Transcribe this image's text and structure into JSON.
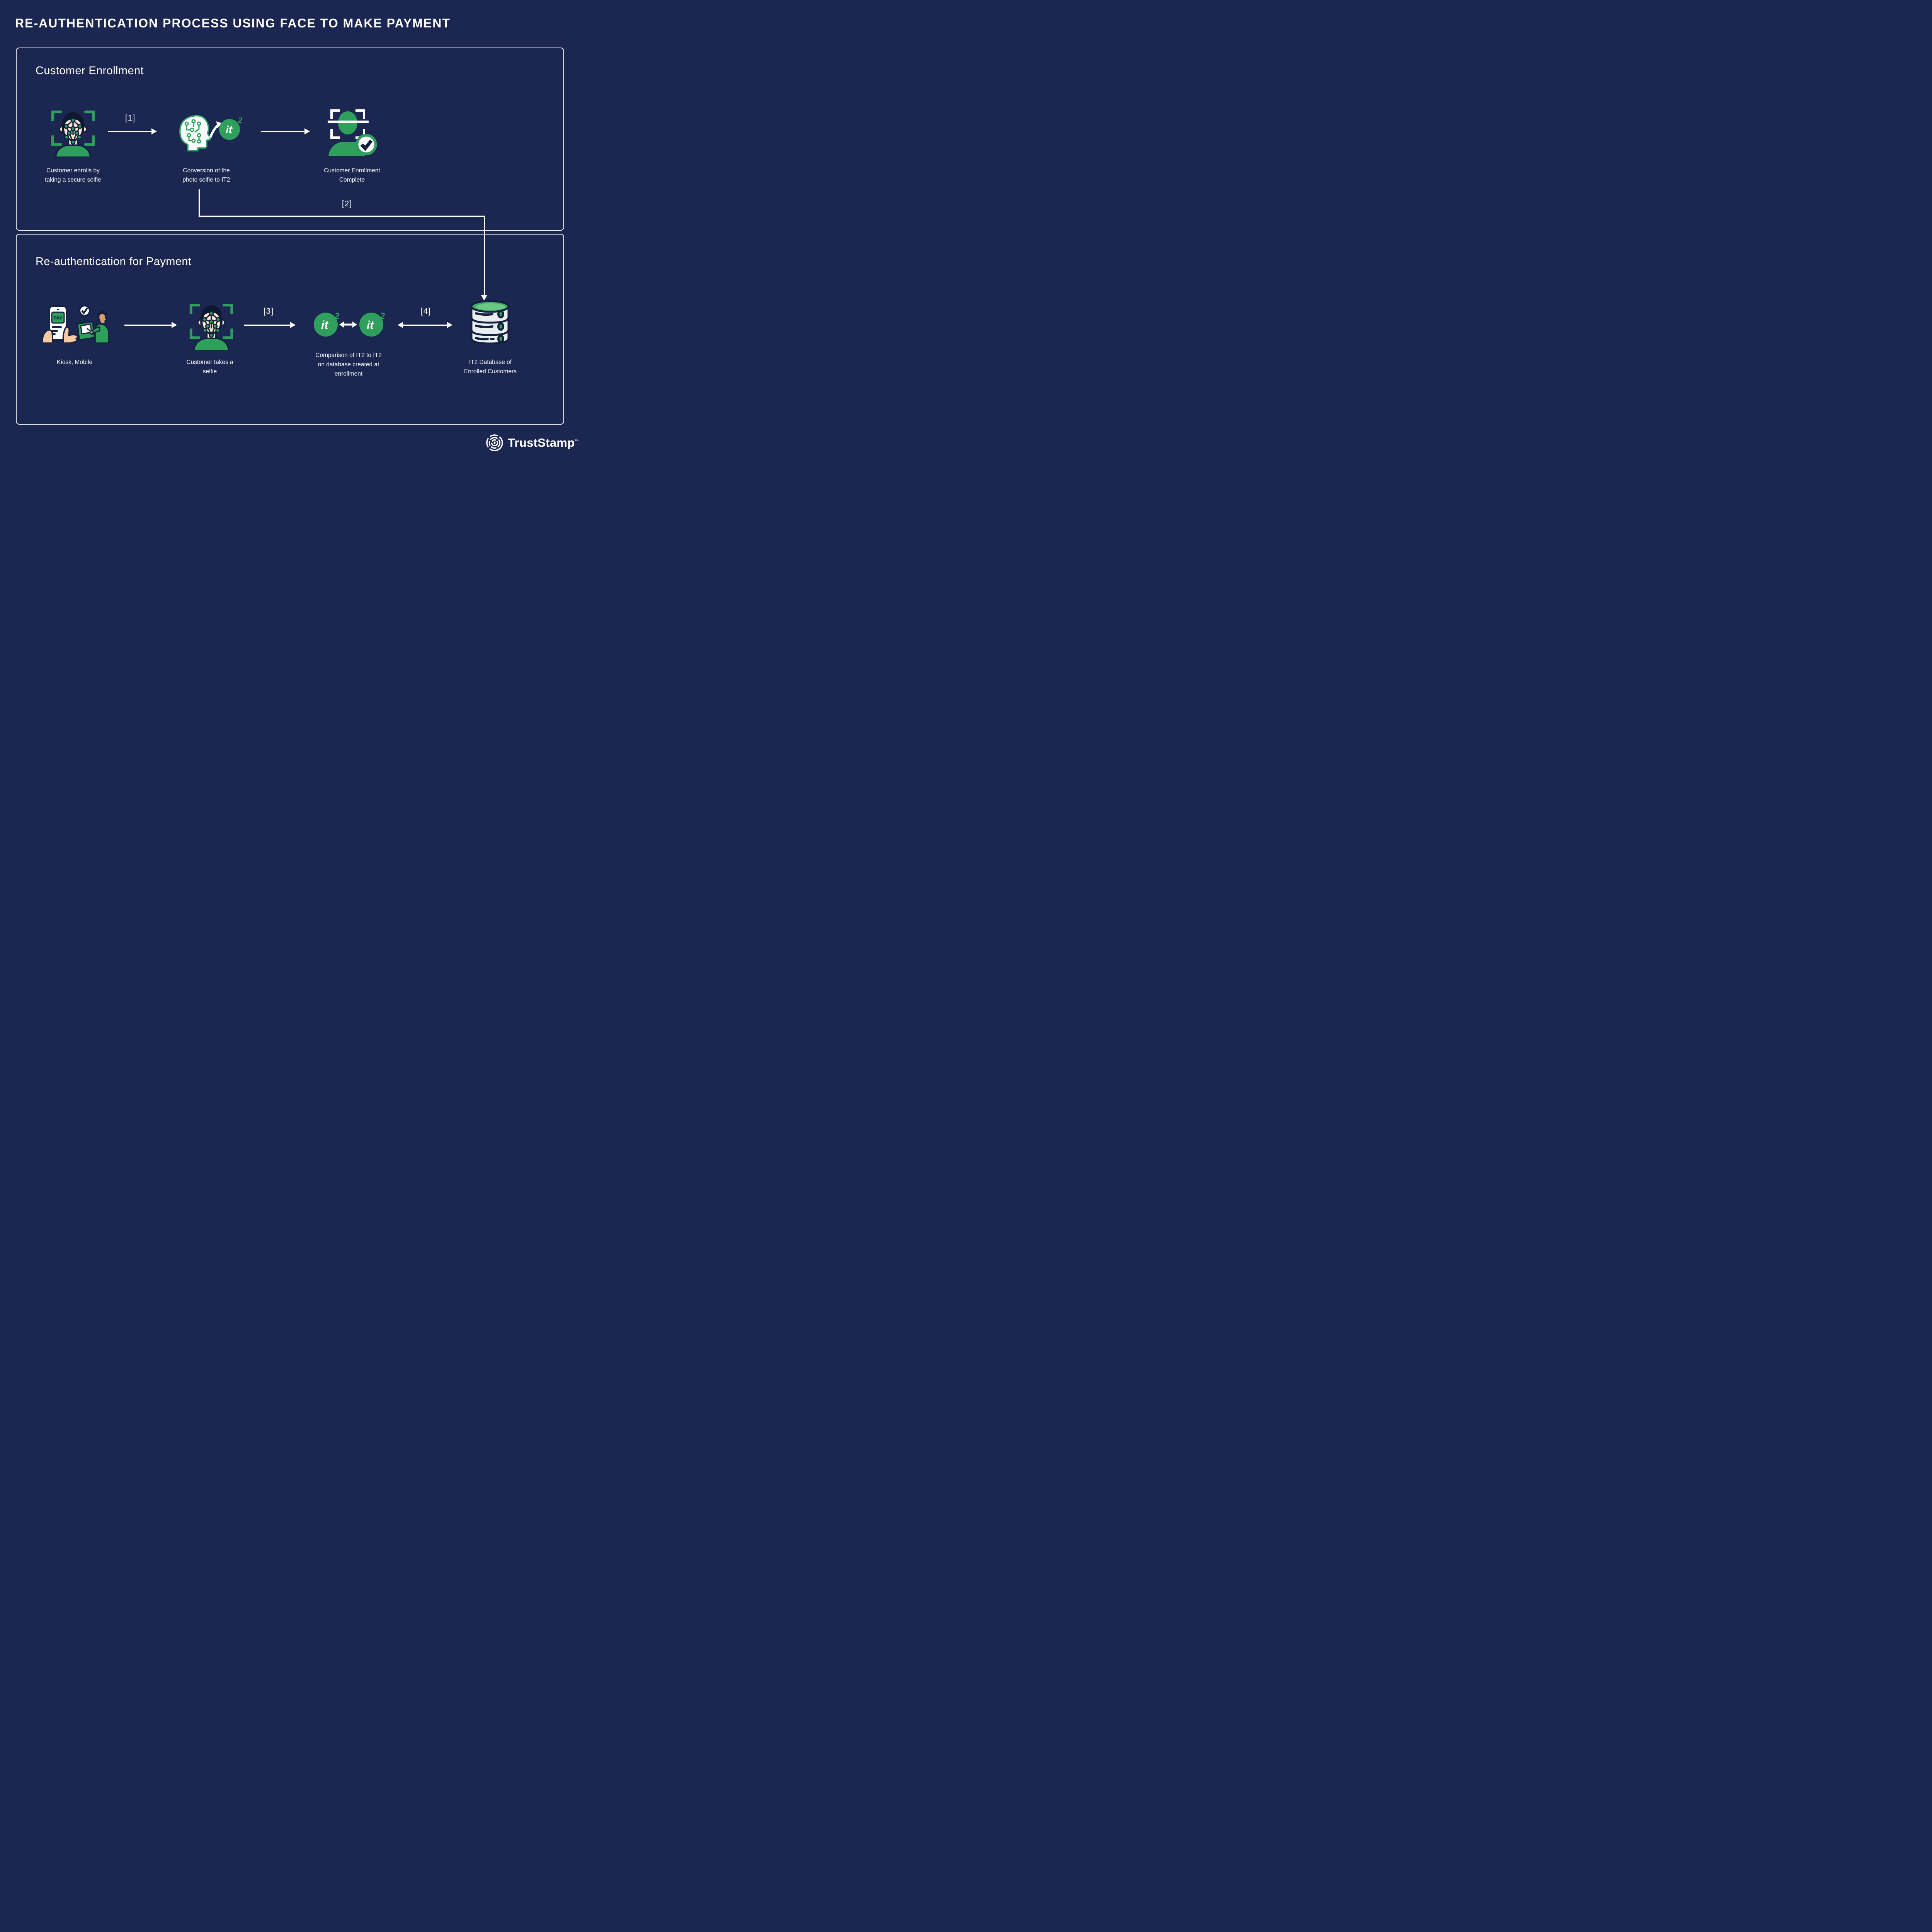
{
  "title": "RE-AUTHENTICATION PROCESS USING FACE TO MAKE PAYMENT",
  "colors": {
    "background": "#1B2750",
    "panel_border": "#EFF2F7",
    "accent_green": "#2EA05C",
    "accent_green_light": "#67C983",
    "outline_navy": "#14203F",
    "text_white": "#FFFFFF",
    "skin": "#F5C9A4",
    "face_skin": "#FBE3D2"
  },
  "connectors": {
    "c1": "[1]",
    "c2": "[2]",
    "c3": "[3]",
    "c4": "[4]"
  },
  "icon_text": {
    "pay": "PAY",
    "it": "it",
    "sup": "2"
  },
  "sections": [
    {
      "heading": "Customer Enrollment",
      "steps": [
        {
          "icon": "face-scan",
          "label_lines": [
            "Customer enrolls by",
            "taking a secure selfie"
          ]
        },
        {
          "icon": "selfie-to-it2-conversion",
          "label_lines": [
            "Conversion of the",
            "photo selfie to IT2"
          ]
        },
        {
          "icon": "enrollment-complete",
          "label_lines": [
            "Customer Enrollment",
            "Complete"
          ]
        }
      ]
    },
    {
      "heading": "Re-authentication for Payment",
      "steps": [
        {
          "icon": "kiosk-mobile-payment",
          "label_lines": [
            "Kiosk, Mobile"
          ]
        },
        {
          "icon": "face-scan",
          "label_lines": [
            "Customer takes a",
            "selfie"
          ]
        },
        {
          "icon": "it2-comparison",
          "label_lines": [
            "Comparison of IT2 to IT2",
            "on database created at",
            "enrollment"
          ]
        },
        {
          "icon": "it2-database",
          "label_lines": [
            "IT2 Database of",
            "Enrolled Customers"
          ]
        }
      ]
    }
  ],
  "brand": {
    "name": "TrustStamp",
    "trademark": "™"
  }
}
